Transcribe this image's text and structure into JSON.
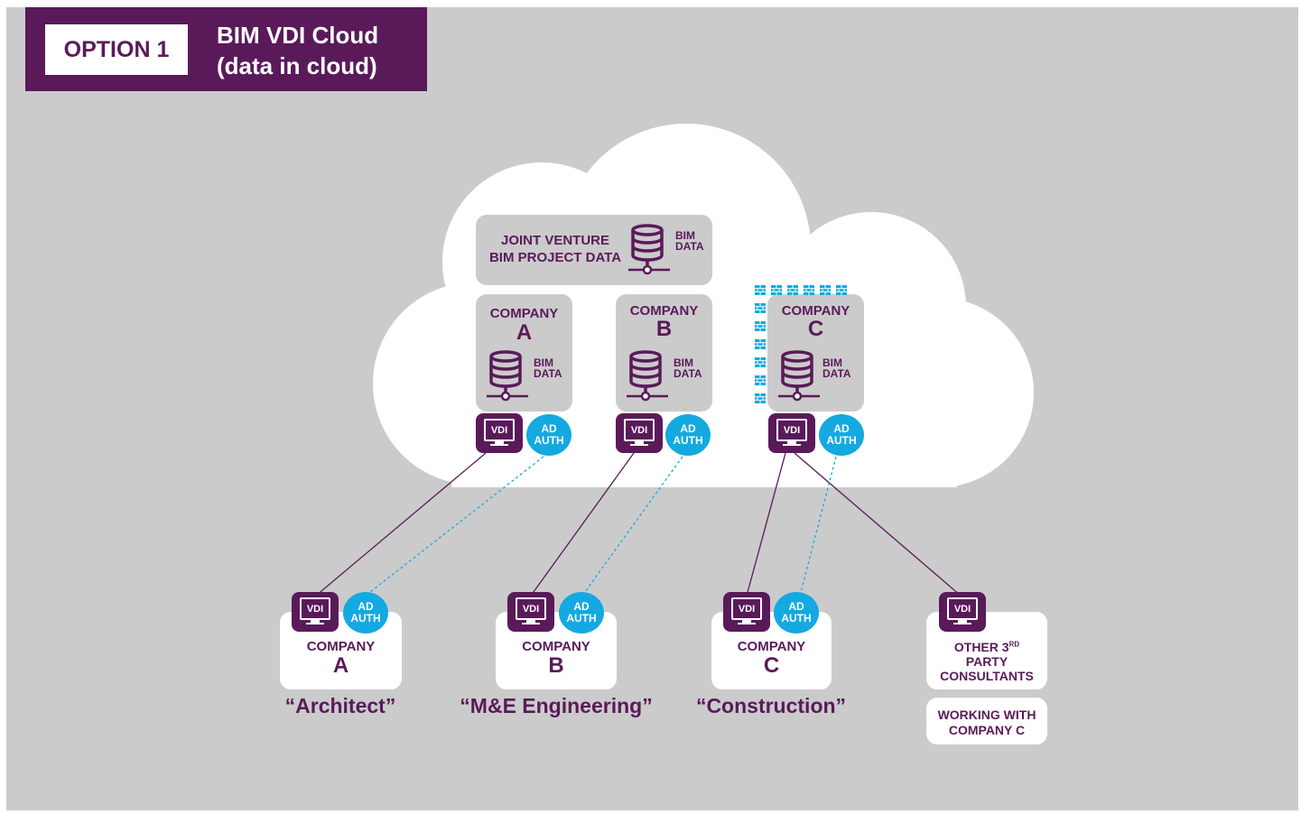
{
  "header": {
    "option_label": "OPTION 1",
    "title_line1": "BIM VDI Cloud",
    "title_line2": "(data in cloud)"
  },
  "cloud": {
    "joint_venture": {
      "line1": "JOINT VENTURE",
      "line2": "BIM PROJECT DATA",
      "data_label_line1": "BIM",
      "data_label_line2": "DATA"
    },
    "companies": [
      {
        "line1": "COMPANY",
        "letter": "A",
        "data_line1": "BIM",
        "data_line2": "DATA",
        "vdi": "VDI",
        "ad_line1": "AD",
        "ad_line2": "AUTH"
      },
      {
        "line1": "COMPANY",
        "letter": "B",
        "data_line1": "BIM",
        "data_line2": "DATA",
        "vdi": "VDI",
        "ad_line1": "AD",
        "ad_line2": "AUTH"
      },
      {
        "line1": "COMPANY",
        "letter": "C",
        "data_line1": "BIM",
        "data_line2": "DATA",
        "vdi": "VDI",
        "ad_line1": "AD",
        "ad_line2": "AUTH"
      }
    ]
  },
  "sites": [
    {
      "line1": "COMPANY",
      "letter": "A",
      "role": "“Architect”",
      "vdi": "VDI",
      "ad_line1": "AD",
      "ad_line2": "AUTH"
    },
    {
      "line1": "COMPANY",
      "letter": "B",
      "role": "“M&E Engineering”",
      "vdi": "VDI",
      "ad_line1": "AD",
      "ad_line2": "AUTH"
    },
    {
      "line1": "COMPANY",
      "letter": "C",
      "role": "“Construction”",
      "vdi": "VDI",
      "ad_line1": "AD",
      "ad_line2": "AUTH"
    }
  ],
  "third_party": {
    "vdi": "VDI",
    "line1": "OTHER 3",
    "line1_sup": "RD",
    "line2": "PARTY",
    "line3": "CONSULTANTS",
    "working_line1": "WORKING WITH",
    "working_line2": "COMPANY C"
  },
  "colors": {
    "purple": "#5a1a5a",
    "blue": "#14a9e0",
    "background": "#cbcbcb",
    "cloud": "#ffffff"
  },
  "icons": {
    "database": "database-server-icon",
    "firewall": "firewall-icon",
    "vdi": "monitor-icon",
    "auth": "ad-auth-bubble"
  }
}
